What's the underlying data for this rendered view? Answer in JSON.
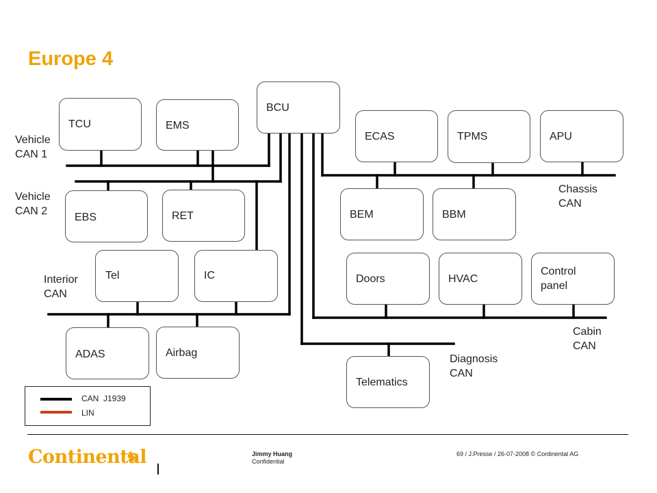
{
  "title": "Europe 4",
  "colors": {
    "title": "#F0A30A",
    "can_line": "#000000",
    "lin_line": "#C8411B",
    "box_border": "#555555"
  },
  "nodes": {
    "tcu": "TCU",
    "ems": "EMS",
    "bcu": "BCU",
    "ecas": "ECAS",
    "tpms": "TPMS",
    "apu": "APU",
    "ebs": "EBS",
    "ret": "RET",
    "bem": "BEM",
    "bbm": "BBM",
    "tel": "Tel",
    "ic": "IC",
    "doors": "Doors",
    "hvac": "HVAC",
    "control_panel_1": "Control",
    "control_panel_2": "panel",
    "adas": "ADAS",
    "airbag": "Airbag",
    "telematics": "Telematics"
  },
  "buses": {
    "vehicle_can1_1": "Vehicle",
    "vehicle_can1_2": "CAN 1",
    "vehicle_can2_1": "Vehicle",
    "vehicle_can2_2": "CAN 2",
    "interior_can_1": "Interior",
    "interior_can_2": "CAN",
    "chassis_can_1": "Chassis",
    "chassis_can_2": "CAN",
    "cabin_can_1": "Cabin",
    "cabin_can_2": "CAN",
    "diagnosis_can_1": "Diagnosis",
    "diagnosis_can_2": "CAN"
  },
  "legend": {
    "items": [
      {
        "label": "CAN  J1939",
        "color": "#000000"
      },
      {
        "label": "LIN",
        "color": "#C8411B"
      }
    ]
  },
  "footer": {
    "logo": "Continental",
    "author": "Jimmy Huang",
    "classification": "Confidential",
    "page_info": "69 / J.Presse / 26-07-2008 © Continental AG"
  }
}
